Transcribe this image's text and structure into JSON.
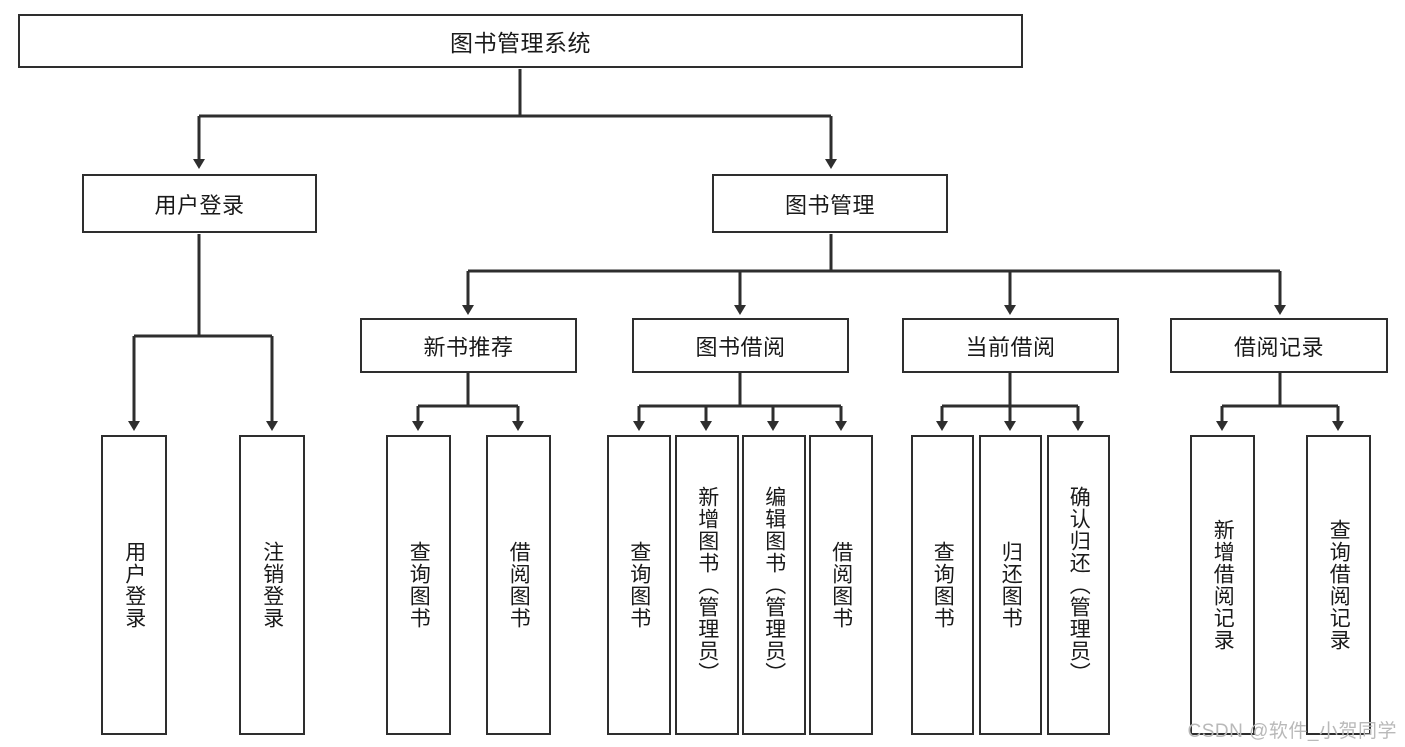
{
  "diagram": {
    "title": "图书管理系统",
    "type": "tree",
    "colors": {
      "stroke": "#2e2e2e",
      "fill": "#ffffff",
      "text": "#1a1a1a",
      "watermark": "#b9b9b9"
    },
    "root": {
      "label": "图书管理系统"
    },
    "level2": [
      {
        "label": "用户登录"
      },
      {
        "label": "图书管理"
      }
    ],
    "level3": [
      {
        "label": "新书推荐"
      },
      {
        "label": "图书借阅"
      },
      {
        "label": "当前借阅"
      },
      {
        "label": "借阅记录"
      }
    ],
    "leaves": {
      "user_login": [
        {
          "label": "用户登录"
        },
        {
          "label": "注销登录"
        }
      ],
      "new_book_recommend": [
        {
          "label": "查询图书"
        },
        {
          "label": "借阅图书"
        }
      ],
      "book_borrow": [
        {
          "label": "查询图书"
        },
        {
          "label": "新增图书（管理员）"
        },
        {
          "label": "编辑图书（管理员）"
        },
        {
          "label": "借阅图书"
        }
      ],
      "current_borrow": [
        {
          "label": "查询图书"
        },
        {
          "label": "归还图书"
        },
        {
          "label": "确认归还（管理员）"
        }
      ],
      "borrow_records": [
        {
          "label": "新增借阅记录"
        },
        {
          "label": "查询借阅记录"
        }
      ]
    }
  },
  "watermark": {
    "text": "CSDN @软件_小贺同学"
  }
}
